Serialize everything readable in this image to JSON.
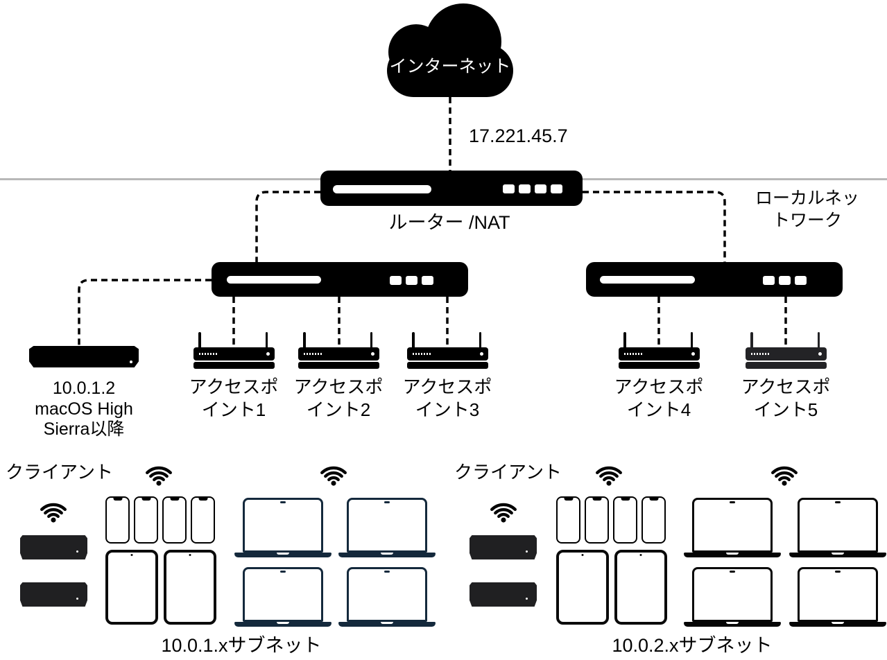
{
  "internet": {
    "cloud_label": "インターネット",
    "wan_ip": "17.221.45.7"
  },
  "router": {
    "label": "ルーター /NAT"
  },
  "local_network_label": {
    "lines": [
      "ローカルネッ",
      "トワーク"
    ]
  },
  "mac_server_label": {
    "lines": [
      "10.0.1.2",
      "macOS High",
      "Sierra以降"
    ]
  },
  "access_points": [
    {
      "lines": [
        "アクセスポ",
        "イント1"
      ]
    },
    {
      "lines": [
        "アクセスポ",
        "イント2"
      ]
    },
    {
      "lines": [
        "アクセスポ",
        "イント3"
      ]
    },
    {
      "lines": [
        "アクセスポ",
        "イント4"
      ]
    },
    {
      "lines": [
        "アクセスポ",
        "イント5"
      ]
    }
  ],
  "left_subnet": {
    "clients_label": "クライアント",
    "subnet_label": "10.0.1.xサブネット"
  },
  "right_subnet": {
    "clients_label": "クライアント",
    "subnet_label": "10.0.2.xサブネット"
  },
  "colors": {
    "device_black": "#000000",
    "access_point5_gray": "#232326",
    "mac_mini_dark": "#202022",
    "laptop_left_navy": "#14293c",
    "laptop_right_black": "#050505",
    "divider_gray": "#b8b8b8"
  }
}
